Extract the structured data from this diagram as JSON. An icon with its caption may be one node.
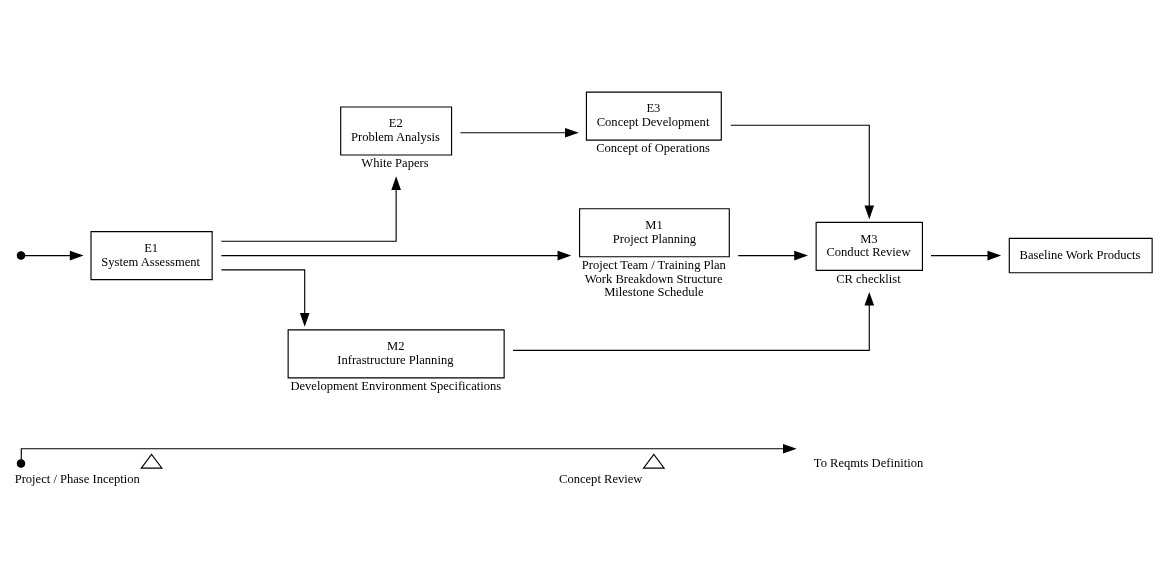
{
  "diagram": {
    "nodes": [
      {
        "text": [],
        "shape": "circle"
      },
      {
        "text": [
          "E1",
          "System Assessment"
        ]
      },
      {
        "text": [
          "E2",
          "Problem Analysis"
        ],
        "beside": [
          "White Papers"
        ]
      },
      {
        "text": [
          "E3",
          "Concept Development"
        ],
        "beside": [
          "Concept of Operations"
        ]
      },
      {
        "text": [
          "M1",
          "Project Planning"
        ],
        "beside": [
          "Project Team / Training Plan",
          "Work Breakdown Structure",
          "Milestone Schedule"
        ]
      },
      {
        "text": [
          "M2",
          "Infrastructure Planning"
        ],
        "beside": [
          "Development Environment Specifications"
        ]
      },
      {
        "text": [
          "M3",
          "Conduct Review"
        ],
        "beside": [
          "CR checklist"
        ]
      },
      {
        "text": [
          "Baseline Work Products"
        ]
      },
      {
        "text": [],
        "shape": "circle"
      },
      {
        "text": [],
        "shape": "triangle",
        "beside": [
          "Project / Phase Inception"
        ]
      },
      {
        "text": [],
        "shape": "triangle",
        "beside": [
          "Concept Review"
        ]
      },
      {
        "text": [
          "To Reqmts Definition"
        ]
      }
    ],
    "edges": [
      {
        "from": 0,
        "to": 1,
        "arrow": "to"
      },
      {
        "from": 1,
        "to": 2,
        "arrow": "to"
      },
      {
        "from": 2,
        "to": 3,
        "arrow": "to"
      },
      {
        "from": 1,
        "to": 4,
        "arrow": "to"
      },
      {
        "from": 1,
        "to": 5,
        "arrow": "to"
      },
      {
        "from": 3,
        "to": 6,
        "arrow": "to"
      },
      {
        "from": 4,
        "to": 6,
        "arrow": "to"
      },
      {
        "from": 5,
        "to": 6,
        "arrow": "to"
      },
      {
        "from": 6,
        "to": 7,
        "arrow": "to"
      },
      {
        "from": 8,
        "to": 11,
        "arrow": "to"
      }
    ]
  }
}
